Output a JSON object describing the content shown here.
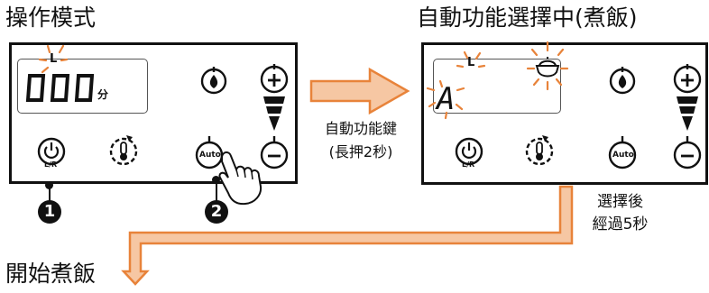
{
  "left": {
    "title": "操作模式",
    "display_small": "L",
    "display_digits": "000",
    "display_unit": "分",
    "callout_1": "1",
    "callout_2": "2"
  },
  "arrow_note": {
    "line1": "自動功能鍵",
    "line2": "(長押2秒)"
  },
  "right": {
    "title": "自動功能選擇中(煮飯)",
    "display_small": "L",
    "display_letter": "A"
  },
  "after": {
    "line1": "選擇後",
    "line2": "經過5秒"
  },
  "bottom_title": "開始煮飯",
  "buttons": {
    "power_sub": "L/R",
    "auto_label": "Auto"
  },
  "colors": {
    "arrow_fill": "#f6c7a3",
    "arrow_stroke": "#e8833a",
    "blink": "#e8833a"
  }
}
